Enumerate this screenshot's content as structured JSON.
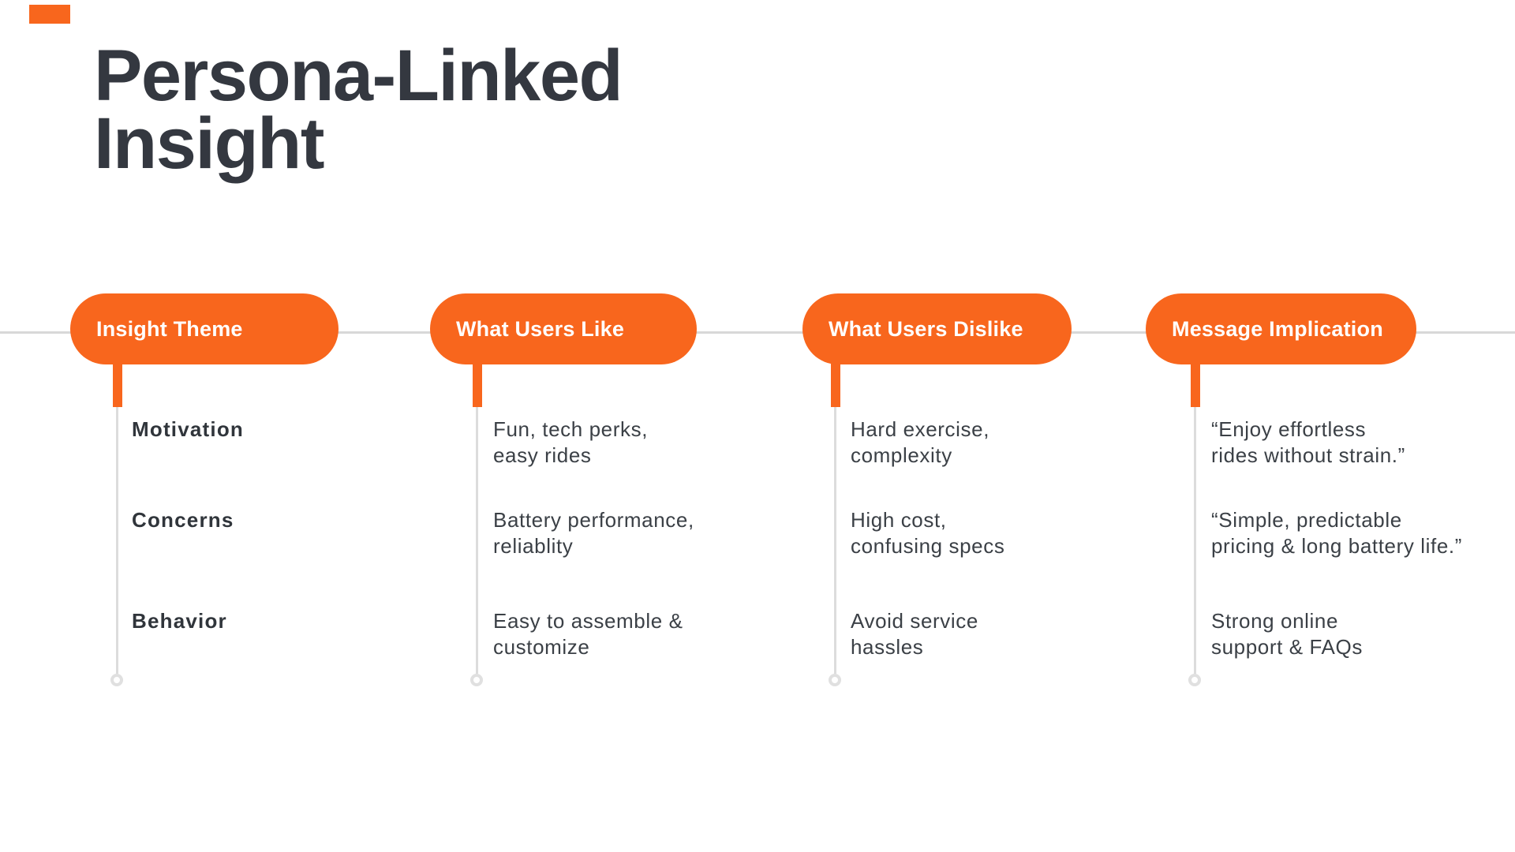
{
  "title": {
    "line1": "Persona-Linked",
    "line2": "Insight"
  },
  "colors": {
    "accent_orange": "#F8661D",
    "timeline_gray": "#D8D8D8",
    "title_text": "#343840",
    "body_text": "#3B4046"
  },
  "timeline": {
    "columns": [
      {
        "header": "Insight Theme",
        "rows": [
          "Motivation",
          "Concerns",
          "Behavior"
        ]
      },
      {
        "header": "What Users Like",
        "rows": [
          "Fun, tech perks,\neasy rides",
          "Battery performance,\nreliablity",
          "Easy to assemble &\ncustomize"
        ]
      },
      {
        "header": "What Users Dislike",
        "rows": [
          "Hard exercise,\ncomplexity",
          "High cost,\nconfusing specs",
          "Avoid service\nhassles"
        ]
      },
      {
        "header": "Message Implication",
        "rows": [
          "“Enjoy effortless\nrides without strain.”",
          "“Simple, predictable\npricing & long battery life.”",
          "Strong online\nsupport & FAQs"
        ]
      }
    ]
  }
}
